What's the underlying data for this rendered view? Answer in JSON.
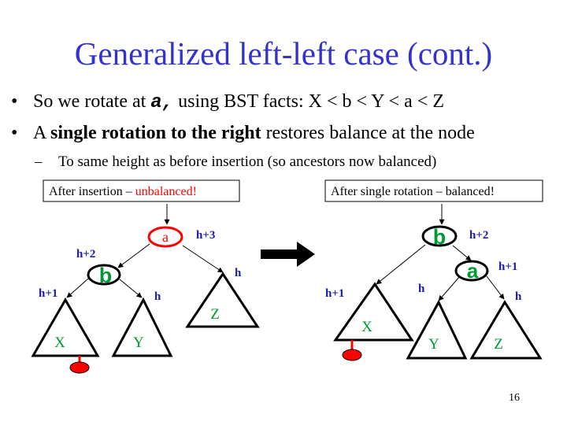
{
  "title": "Generalized left-left case (cont.)",
  "bullets": [
    {
      "prefix": "So we rotate at ",
      "code": "a,",
      "suffix": " using BST facts: X < b < Y < a < Z"
    },
    {
      "prefix": "A ",
      "bold": "single rotation to the right",
      "suffix": " restores balance at the node"
    }
  ],
  "sub_bullet": "To same height as before insertion (so ancestors now balanced)",
  "left_panel": {
    "caption_prefix": "After insertion – ",
    "caption_highlight": "unbalanced!",
    "node_a": "a",
    "node_b": "b",
    "height_a": "h+3",
    "height_b": "h+2",
    "height_z": "h",
    "height_x": "h+1",
    "height_y": "h",
    "subtree_x": "X",
    "subtree_y": "Y",
    "subtree_z": "Z"
  },
  "right_panel": {
    "caption": "After single rotation – balanced!",
    "node_b": "b",
    "node_a": "a",
    "height_b": "h+2",
    "height_a": "h+1",
    "height_x": "h+1",
    "height_y": "h",
    "height_z": "h",
    "subtree_x": "X",
    "subtree_y": "Y",
    "subtree_z": "Z"
  },
  "page_number": "16",
  "colors": {
    "title": "#3333cc",
    "height_label": "#1a1aaa",
    "subtree_label": "#009933",
    "highlight": "#ff0000",
    "inserted_node": "#ff0000",
    "arrow": "#000000"
  }
}
